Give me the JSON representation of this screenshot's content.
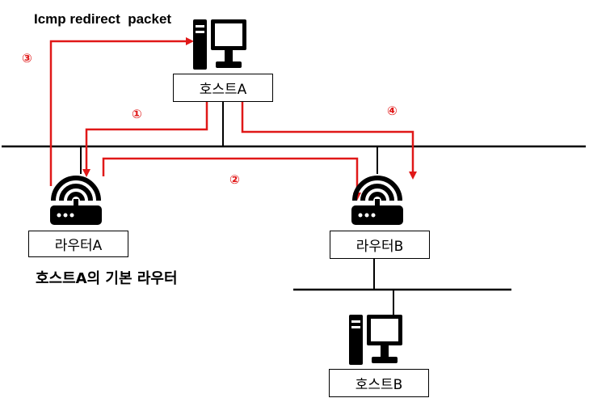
{
  "title": "Icmp redirect  packet",
  "caption": "호스트A의 기본 라우터",
  "nodes": {
    "host_a": "호스트A",
    "router_a": "라우터A",
    "router_b": "라우터B",
    "host_b": "호스트B"
  },
  "steps": [
    "①",
    "②",
    "③",
    "④"
  ],
  "colors": {
    "arrow": "#e01818",
    "line": "#000000"
  },
  "icons": {
    "host_a": "computer-icon",
    "host_b": "computer-icon",
    "router_a": "wifi-router-icon",
    "router_b": "wifi-router-icon"
  }
}
